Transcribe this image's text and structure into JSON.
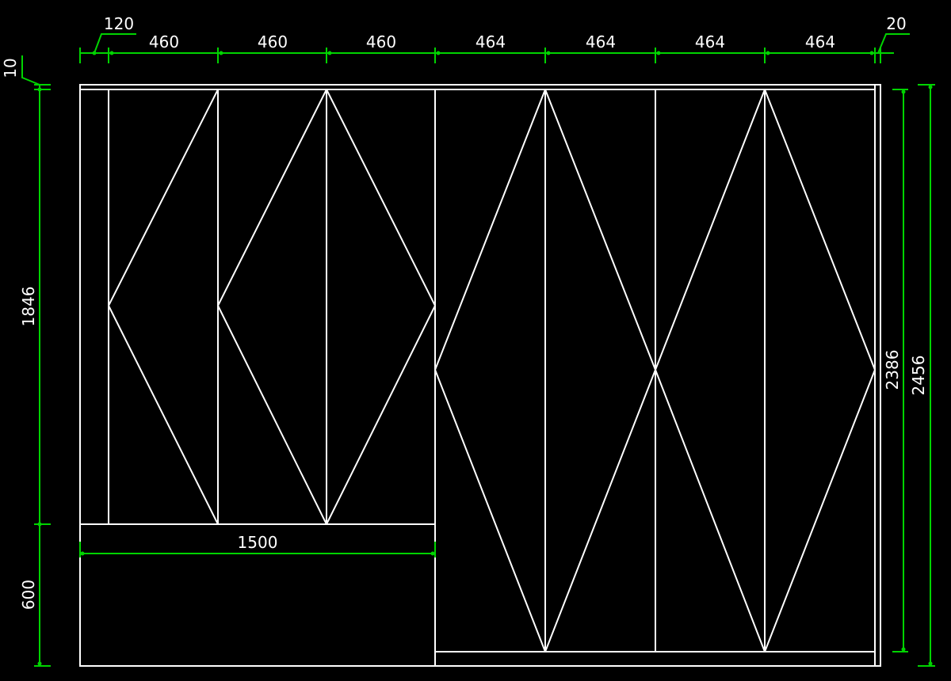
{
  "drawing": {
    "top_dimensions": [
      "120",
      "460",
      "460",
      "460",
      "464",
      "464",
      "464",
      "464",
      "20"
    ],
    "left_dimensions": {
      "top_offset": "10",
      "upper_height": "1846",
      "lower_height": "600"
    },
    "right_dimensions": {
      "inner_height": "2386",
      "overall_height": "2456"
    },
    "bottom_left_width": "1500"
  },
  "colors": {
    "background": "#000000",
    "outline": "#ffffff",
    "dimension_lines": "#00d400",
    "dimension_text": "#ffffff"
  }
}
